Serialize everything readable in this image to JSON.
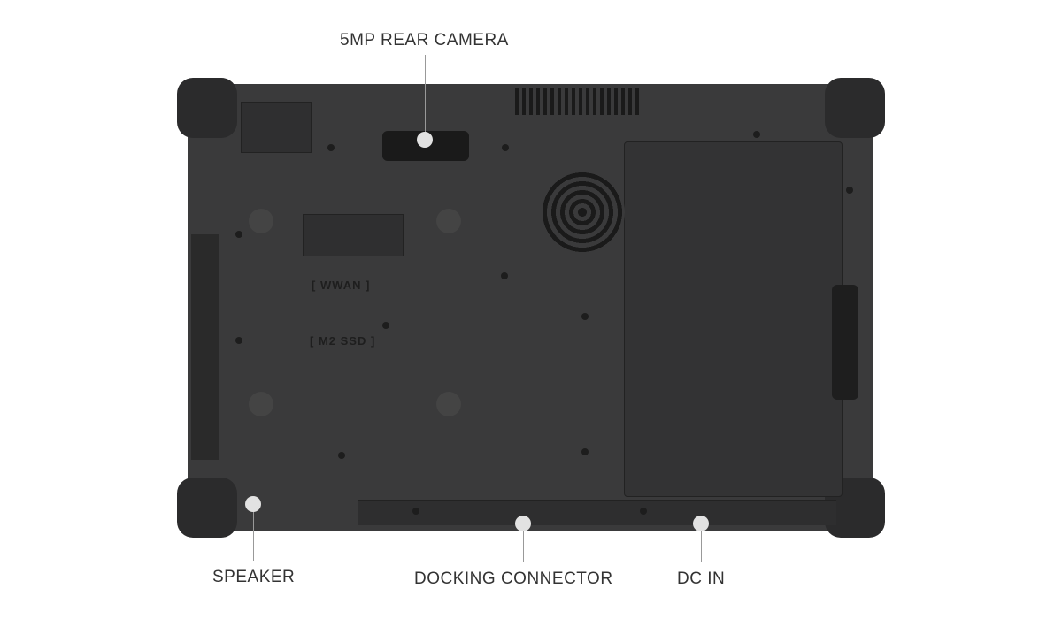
{
  "callouts": {
    "camera": "5MP REAR CAMERA",
    "speaker": "SPEAKER",
    "docking": "DOCKING CONNECTOR",
    "dc_in": "DC IN"
  },
  "device_markings": {
    "wwan": "[ WWAN ]",
    "ssd": "[ M2 SSD ]"
  }
}
